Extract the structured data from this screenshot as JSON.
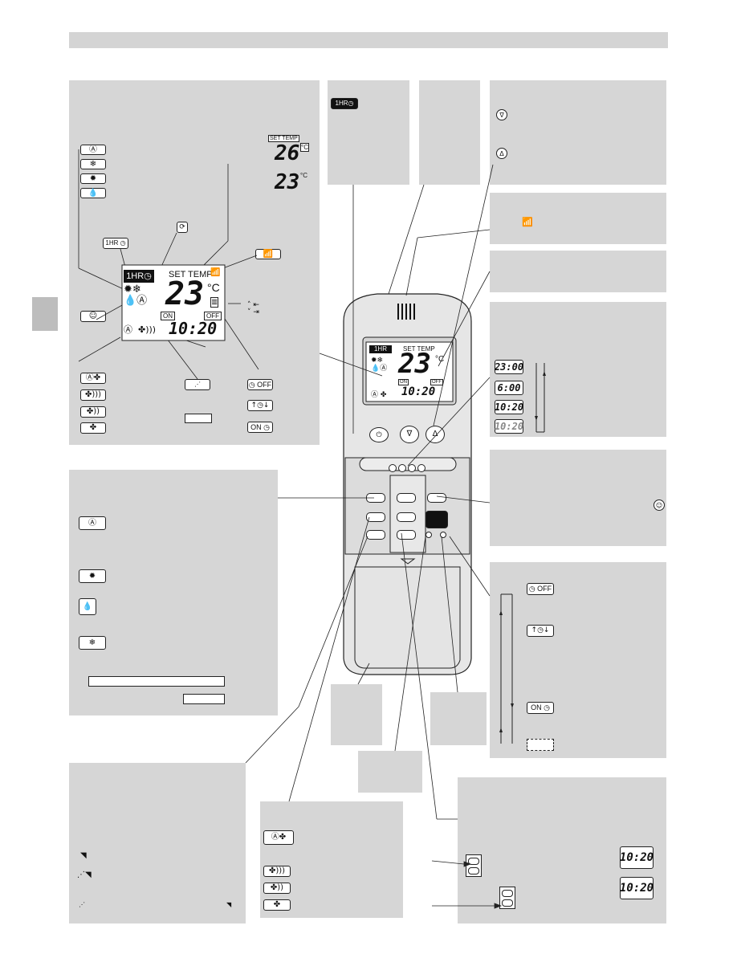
{
  "colors": {
    "panel": "#d6d6d6",
    "header_bar": "#d4d4d4",
    "tab": "#bdbdbd",
    "remote_body": "#e6e6e6",
    "lcd": "#ffffff",
    "ink": "#111111"
  },
  "display_panel": {
    "set_temp_label": "SET TEMP",
    "set_temp_value": "26",
    "room_temp_value": "23",
    "unit": "°C",
    "mode_icons": [
      "auto-mode-icon",
      "cool-mode-icon",
      "heat-mode-icon",
      "dry-mode-icon"
    ],
    "one_hour_label": "1HR",
    "fan_speed_icons": [
      "auto-fan-icon",
      "fan-high-icon",
      "fan-medium-icon",
      "fan-low-icon"
    ],
    "timer_off_label": "OFF",
    "timer_on_label": "ON",
    "clock_time": "10:20"
  },
  "lcd": {
    "one_hour_label": "1HR",
    "set_temp_label": "SET TEMP",
    "temp_value": "23",
    "unit": "°C",
    "on_label": "ON",
    "off_label": "OFF",
    "clock_time": "10:20"
  },
  "timer_panel": {
    "displays": [
      "23:00",
      "6:00",
      "10:20",
      "10:20"
    ],
    "off_label": "OFF",
    "on_label": "ON"
  },
  "clock_panel": {
    "displays": [
      "10:20",
      "10:20"
    ]
  }
}
